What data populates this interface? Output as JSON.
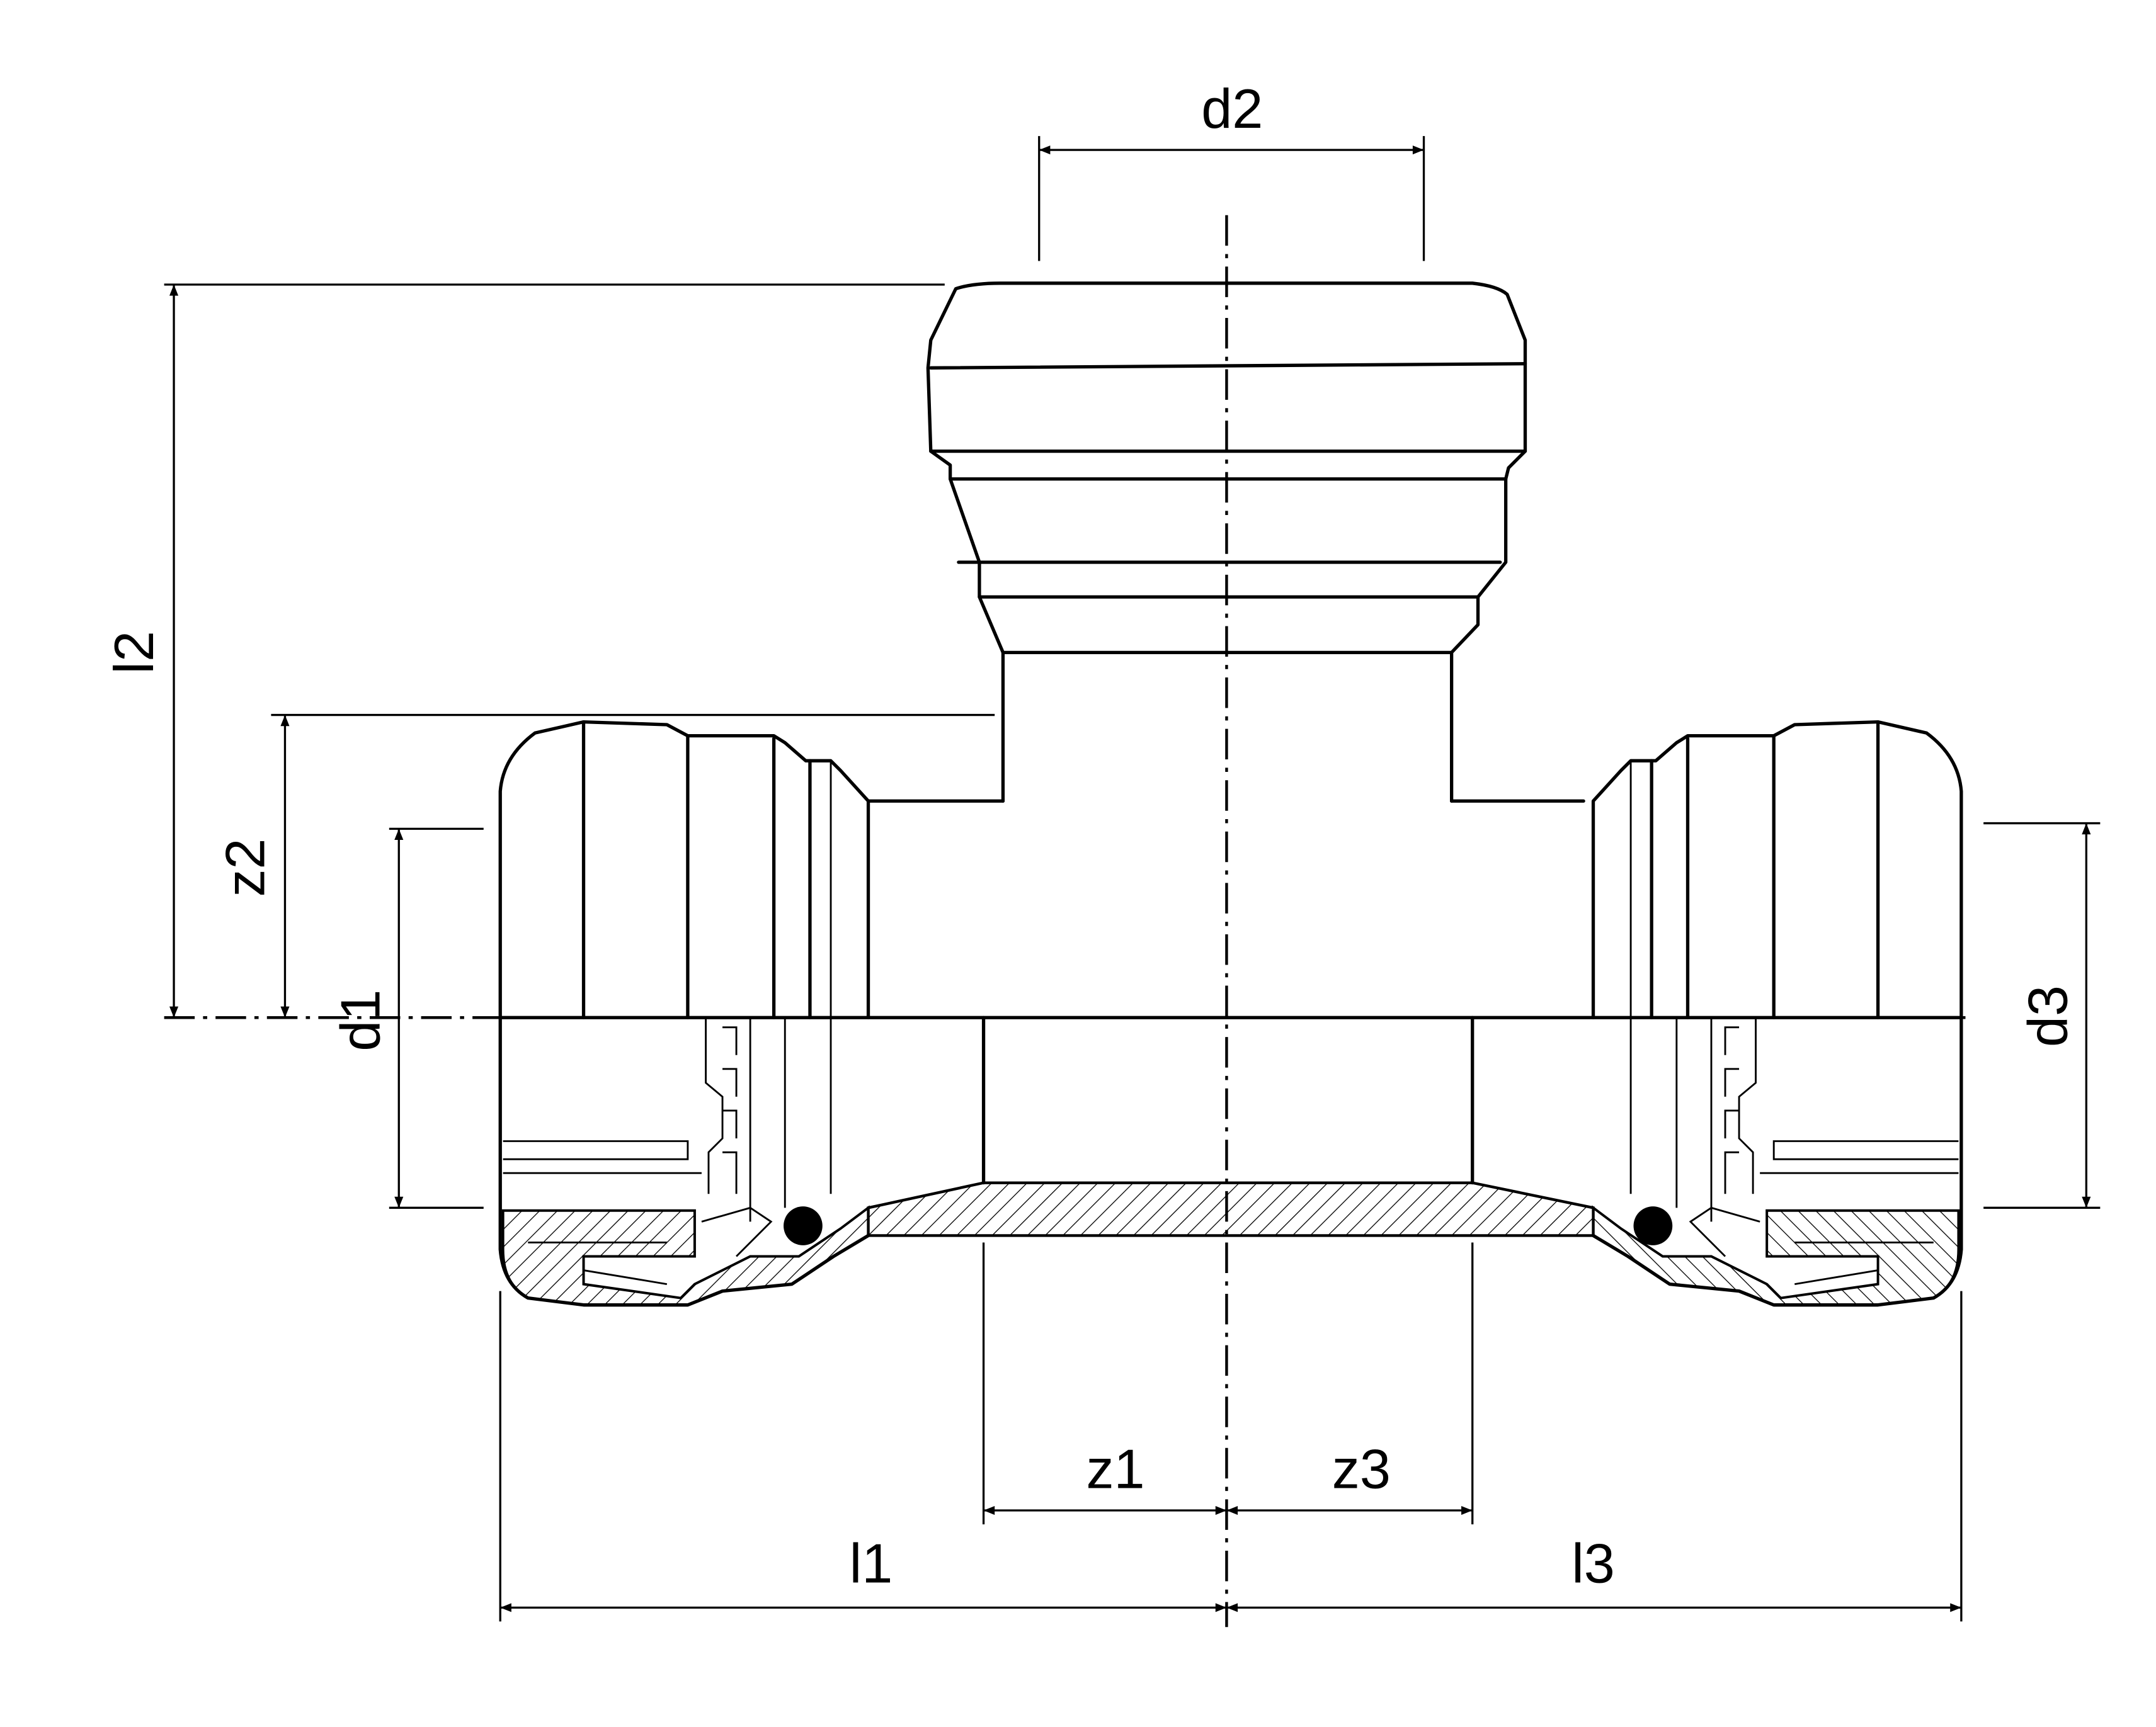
{
  "title": "Push-fit tee fitting dimension drawing",
  "labels": {
    "d1": "d1",
    "d2": "d2",
    "d3": "d3",
    "l1": "l1",
    "l2": "l2",
    "l3": "l3",
    "z1": "z1",
    "z2": "z2",
    "z3": "z3"
  },
  "colors": {
    "line": "#000000",
    "background": "#ffffff"
  }
}
